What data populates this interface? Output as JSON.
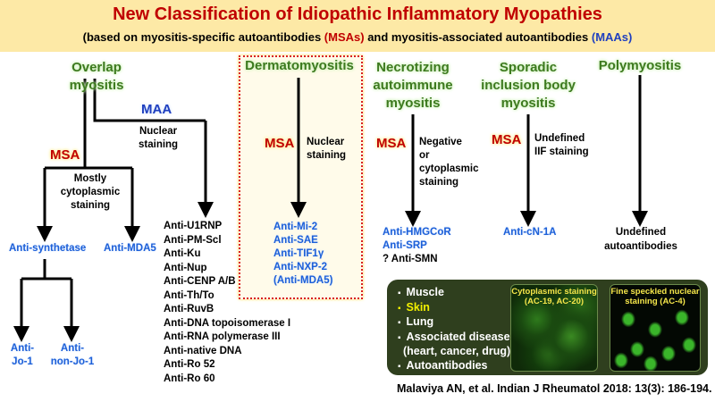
{
  "header": {
    "title": "New Classification of Idiopathic Inflammatory Myopathies",
    "subtitle_parts": [
      "(based on myositis-specific autoantibodies ",
      "(MSAs)",
      " and myositis-associated autoantibodies ",
      "(MAAs)"
    ]
  },
  "overlap": {
    "title": "Overlap myositis",
    "maa_label": "MAA",
    "maa_note": [
      "Nuclear",
      "staining"
    ],
    "msa_label": "MSA",
    "msa_note": [
      "Mostly",
      "cytoplasmic",
      "staining"
    ],
    "anti_synthetase": "Anti-synthetase",
    "anti_mda5": "Anti-MDA5",
    "anti_jo1": [
      "Anti-",
      "Jo-1"
    ],
    "anti_nonjo1": [
      "Anti-",
      "non-Jo-1"
    ],
    "maa_antibodies": [
      "Anti-U1RNP",
      "Anti-PM-Scl",
      "Anti-Ku",
      "Anti-Nup",
      "Anti-CENP A/B",
      "Anti-Th/To",
      "Anti-RuvB",
      "Anti-DNA topoisomerase I",
      "Anti-RNA polymerase III",
      "Anti-native DNA",
      "Anti-Ro 52",
      "Anti-Ro 60"
    ]
  },
  "dermatomyositis": {
    "title": "Dermatomyositis",
    "msa_label": "MSA",
    "note": [
      "Nuclear",
      "staining"
    ],
    "antibodies": [
      "Anti-Mi-2",
      "Anti-SAE",
      "Anti-TIF1γ",
      "Anti-NXP-2",
      "(Anti-MDA5)"
    ]
  },
  "necrotizing": {
    "title": [
      "Necrotizing",
      "autoimmune",
      "myositis"
    ],
    "msa_label": "MSA",
    "note": [
      "Negative",
      "or",
      "cytoplasmic",
      "staining"
    ],
    "antibodies_blue": [
      "Anti-HMGCoR",
      "Anti-SRP"
    ],
    "antibody_black": "? Anti-SMN"
  },
  "sibm": {
    "title": [
      "Sporadic",
      "inclusion body",
      "myositis"
    ],
    "msa_label": "MSA",
    "note": [
      "Undefined",
      "IIF staining"
    ],
    "antibody": "Anti-cN-1A"
  },
  "polymyositis": {
    "title": "Polymyositis",
    "result": [
      "Undefined",
      "autoantibodies"
    ]
  },
  "panel": {
    "items": [
      {
        "text": "Muscle",
        "highlight": false
      },
      {
        "text": "Skin",
        "highlight": true
      },
      {
        "text": "Lung",
        "highlight": false
      },
      {
        "text": "Associated disease",
        "highlight": false
      },
      {
        "text": "(heart, cancer, drug)",
        "highlight": false,
        "continuation": true
      },
      {
        "text": "Autoantibodies",
        "highlight": false
      }
    ],
    "image1_caption": [
      "Cytoplasmic staining",
      "(AC-19, AC-20)"
    ],
    "image2_caption": [
      "Fine speckled nuclear",
      "staining (AC-4)"
    ],
    "bullet": "▪"
  },
  "citation": "Malaviya AN, et al. Indian J Rheumatol 2018: 13(3): 186-194.",
  "colors": {
    "header_bg": "#fde9a6",
    "title_red": "#c00000",
    "maa_blue": "#1f3fbf",
    "antibody_blue": "#1c5fd8",
    "disease_green": "#3d7a1f",
    "panel_bg": "#2f3f1e"
  }
}
